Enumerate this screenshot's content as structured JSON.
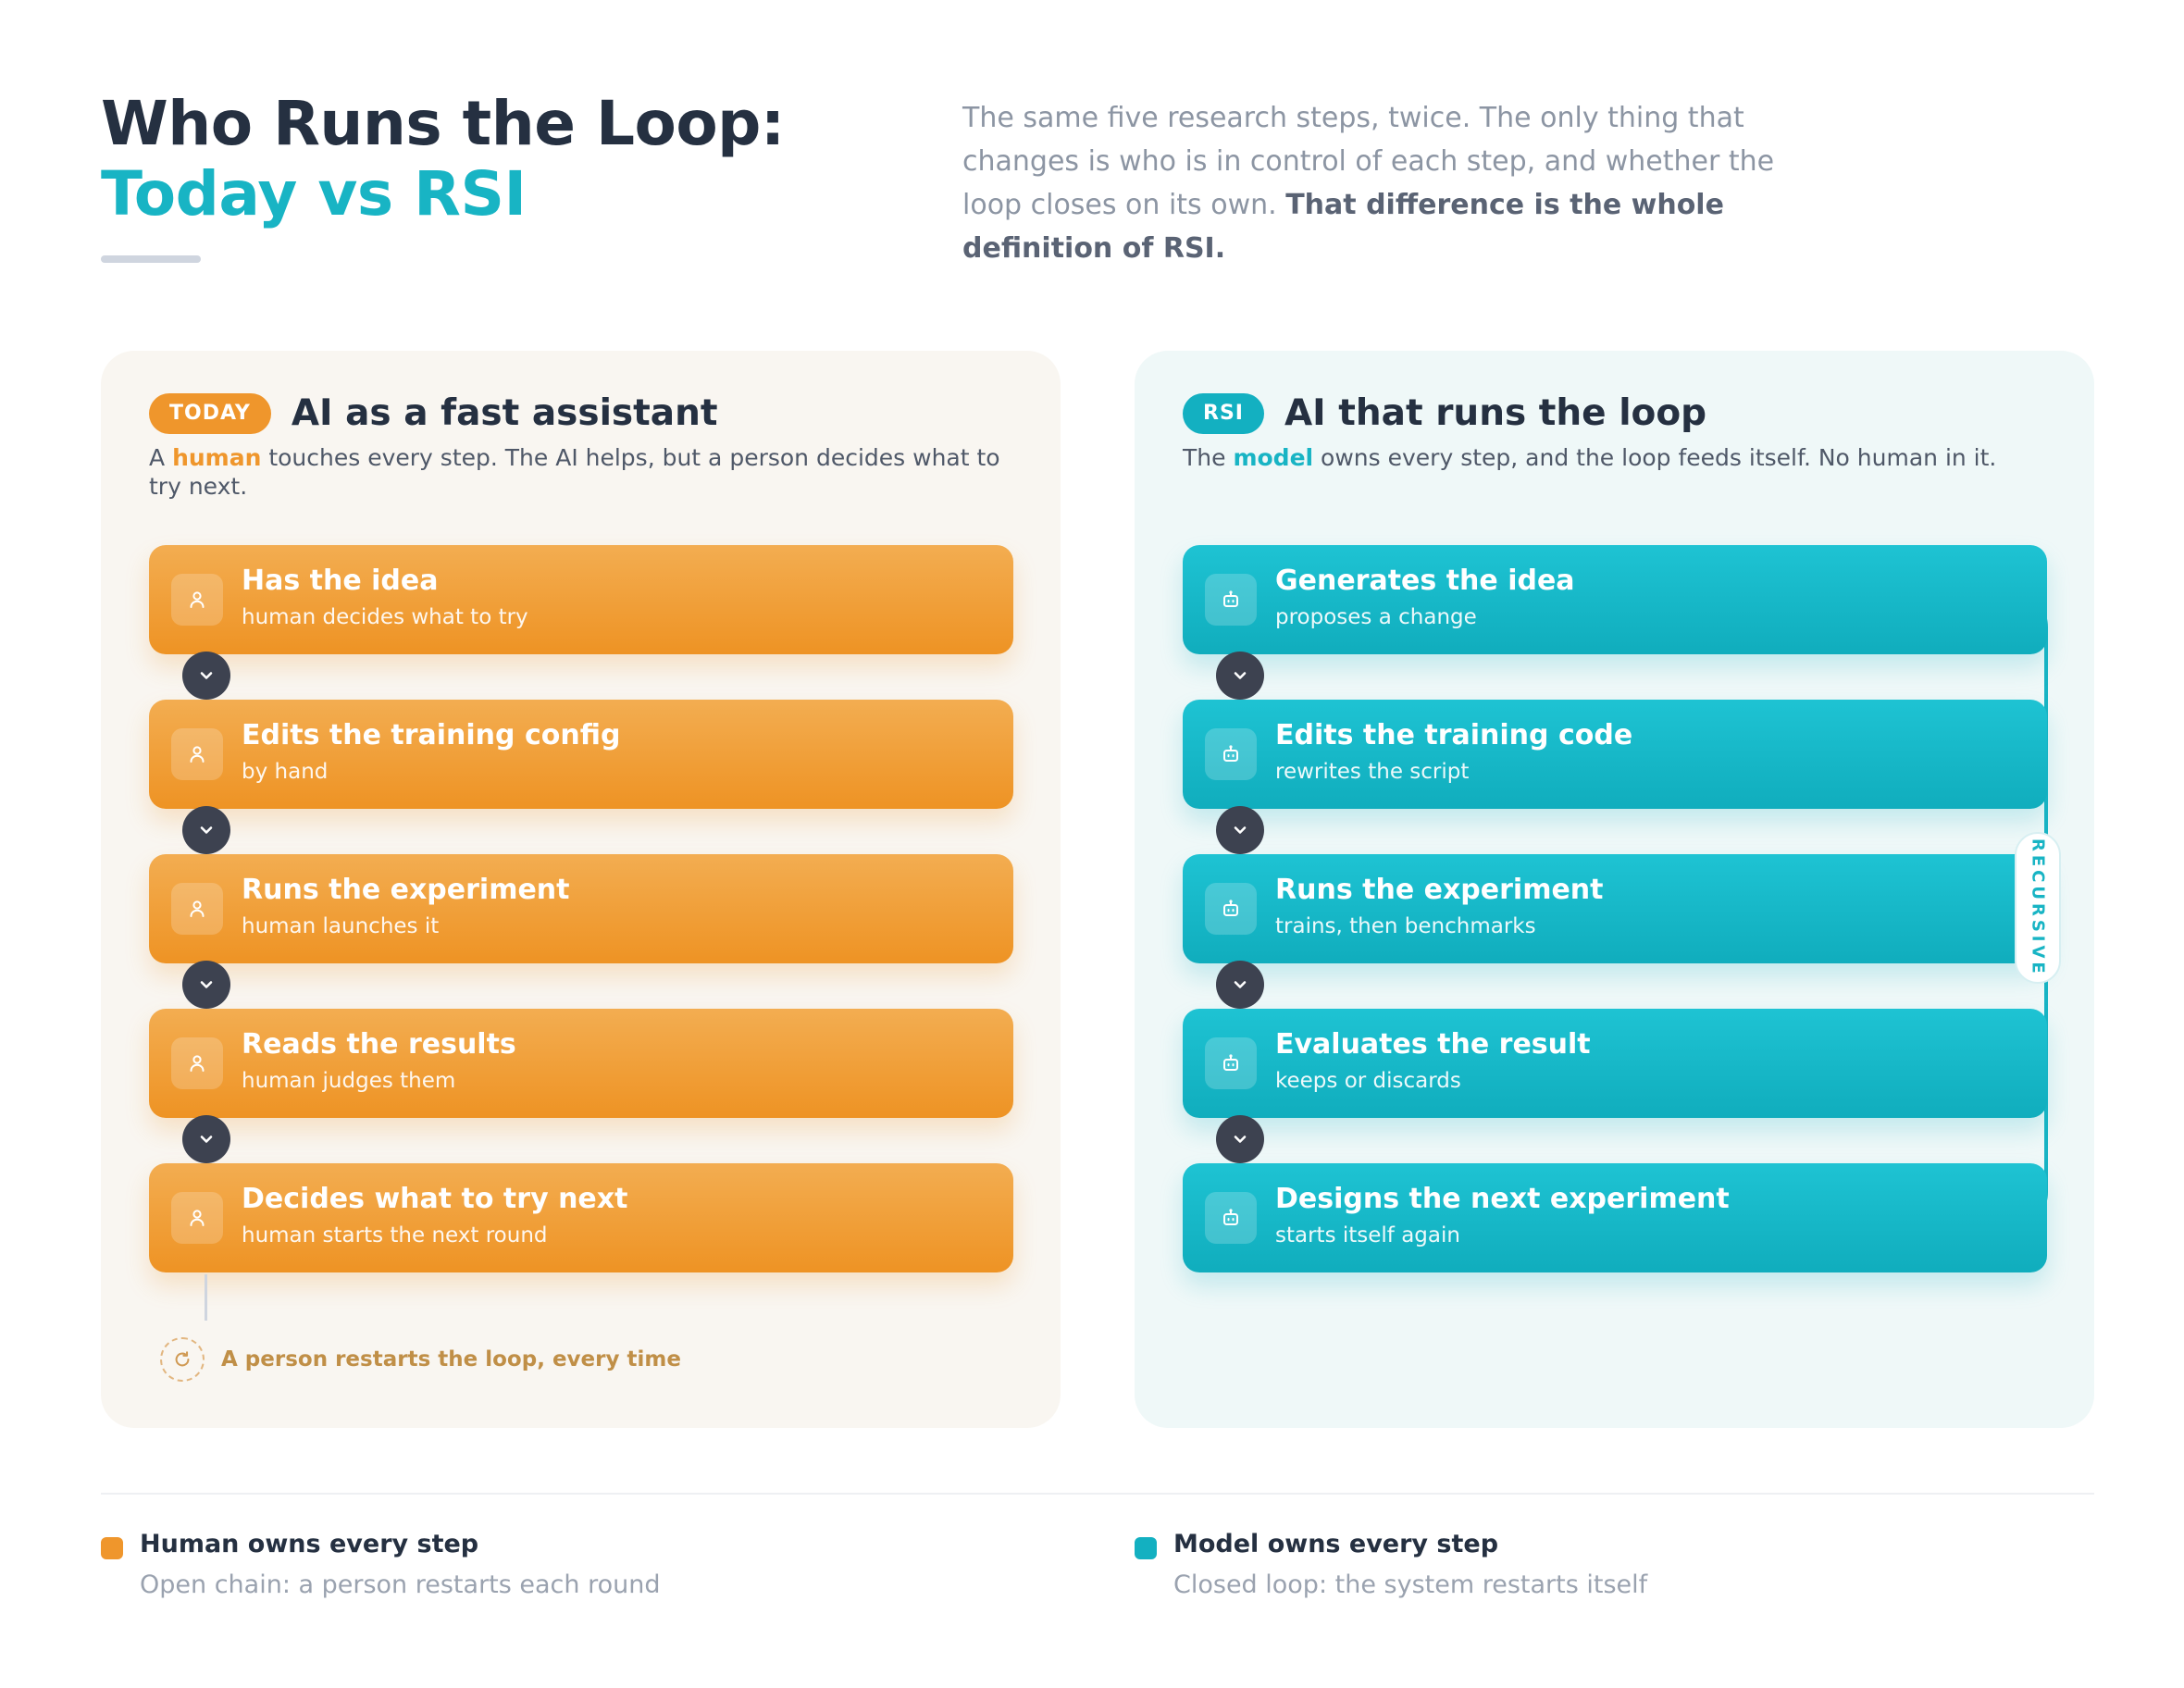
{
  "header": {
    "title_line1": "Who Runs the Loop:",
    "title_line2": "Today vs RSI",
    "intro_plain": "The same five research steps, twice. The only thing that changes is who is in control of each step, and whether the loop closes on its own. ",
    "intro_bold": "That difference is the whole definition of RSI."
  },
  "today": {
    "badge": "TODAY",
    "title": "AI as a fast assistant",
    "sub_pre": "A ",
    "sub_highlight": "human",
    "sub_post": " touches every step. The AI helps, but a person decides what to try next.",
    "steps": [
      {
        "title": "Has the idea",
        "sub": "human decides what to try"
      },
      {
        "title": "Edits the training config",
        "sub": "by hand"
      },
      {
        "title": "Runs the experiment",
        "sub": "human launches it"
      },
      {
        "title": "Reads the results",
        "sub": "human judges them"
      },
      {
        "title": "Decides what to try next",
        "sub": "human starts the next round"
      }
    ],
    "restart_note": "A person restarts the loop, every time"
  },
  "rsi": {
    "badge": "RSI",
    "title": "AI that runs the loop",
    "sub_pre": "The ",
    "sub_highlight": "model",
    "sub_post": " owns every step, and the loop feeds itself. No human in it.",
    "steps": [
      {
        "title": "Generates the idea",
        "sub": "proposes a change"
      },
      {
        "title": "Edits the training code",
        "sub": "rewrites the script"
      },
      {
        "title": "Runs the experiment",
        "sub": "trains, then benchmarks"
      },
      {
        "title": "Evaluates the result",
        "sub": "keeps or discards"
      },
      {
        "title": "Designs the next experiment",
        "sub": "starts itself again"
      }
    ],
    "loop_label": "RECURSIVE"
  },
  "legend": [
    {
      "title": "Human owns every step",
      "sub": "Open chain: a person restarts each round",
      "color": "#ef962c"
    },
    {
      "title": "Model owns every step",
      "sub": "Closed loop: the system restarts itself",
      "color": "#13b0c1"
    }
  ],
  "colors": {
    "orange": "#ef962c",
    "teal": "#13b0c1",
    "ink": "#253041",
    "arrow": "#3d4250"
  },
  "icons": {
    "human_step": "person-icon",
    "model_step": "robot-icon",
    "connector": "chevron-down-icon",
    "restart": "refresh-icon"
  }
}
